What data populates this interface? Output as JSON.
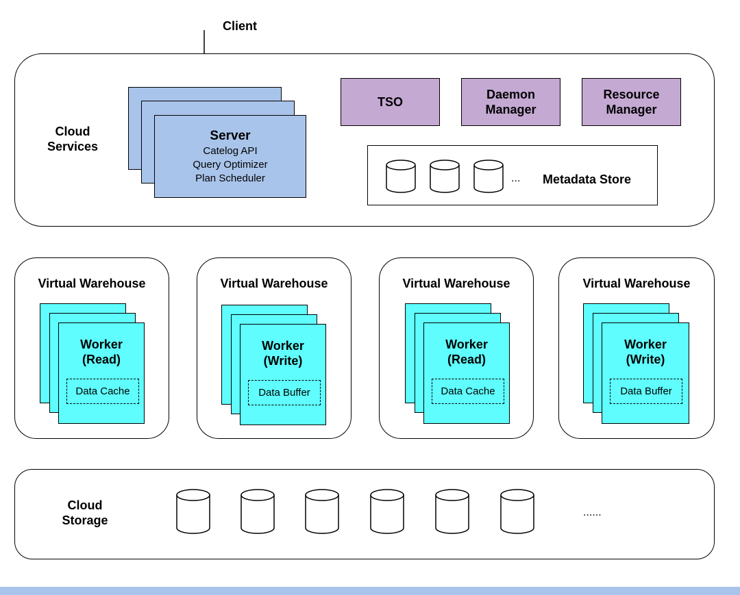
{
  "client": {
    "label": "Client"
  },
  "cloud_services": {
    "label_line1": "Cloud",
    "label_line2": "Services",
    "server": {
      "title": "Server",
      "lines": [
        "Catelog API",
        "Query Optimizer",
        "Plan Scheduler"
      ]
    },
    "boxes": [
      {
        "line1": "TSO",
        "line2": ""
      },
      {
        "line1": "Daemon",
        "line2": "Manager"
      },
      {
        "line1": "Resource",
        "line2": "Manager"
      }
    ],
    "metadata_store": {
      "ellipsis": "...",
      "label": "Metadata Store"
    }
  },
  "warehouses": [
    {
      "title": "Virtual Warehouse",
      "worker_line1": "Worker",
      "worker_line2": "(Read)",
      "inner": "Data Cache"
    },
    {
      "title": "Virtual Warehouse",
      "worker_line1": "Worker",
      "worker_line2": "(Write)",
      "inner": "Data Buffer"
    },
    {
      "title": "Virtual Warehouse",
      "worker_line1": "Worker",
      "worker_line2": "(Read)",
      "inner": "Data Cache"
    },
    {
      "title": "Virtual Warehouse",
      "worker_line1": "Worker",
      "worker_line2": "(Write)",
      "inner": "Data Buffer"
    }
  ],
  "cloud_storage": {
    "label_line1": "Cloud",
    "label_line2": "Storage",
    "ellipsis": "......"
  },
  "colors": {
    "server": "#a9c4ea",
    "manager": "#c4a9d3",
    "worker": "#5ffdfd",
    "bottom_bar": "#a9c4ea"
  }
}
